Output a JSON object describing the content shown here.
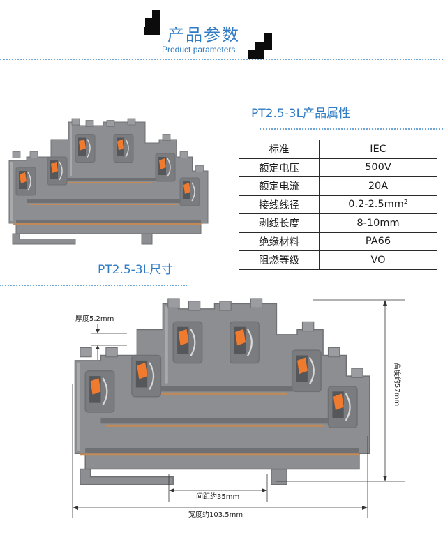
{
  "header": {
    "title": "产品参数",
    "subtitle": "Product parameters"
  },
  "attributes": {
    "title": "PT2.5-3L产品属性",
    "rows": [
      {
        "key": "标准",
        "value": "IEC"
      },
      {
        "key": "额定电压",
        "value": "500V"
      },
      {
        "key": "额定电流",
        "value": "20A"
      },
      {
        "key": "接线线径",
        "value": "0.2-2.5mm²"
      },
      {
        "key": "剥线长度",
        "value": "8-10mm"
      },
      {
        "key": "绝缘材料",
        "value": "PA66"
      },
      {
        "key": "阻燃等级",
        "value": "VO"
      }
    ]
  },
  "dimensions": {
    "title": "PT2.5-3L尺寸",
    "thickness": "厚度5.2mm",
    "height": "高度约57mm",
    "pitch": "间距约35mm",
    "width": "宽度约103.5mm"
  },
  "colors": {
    "accent": "#2f7bc4",
    "body_gray": "#8c8e91",
    "clip_orange": "#f07a2e"
  }
}
